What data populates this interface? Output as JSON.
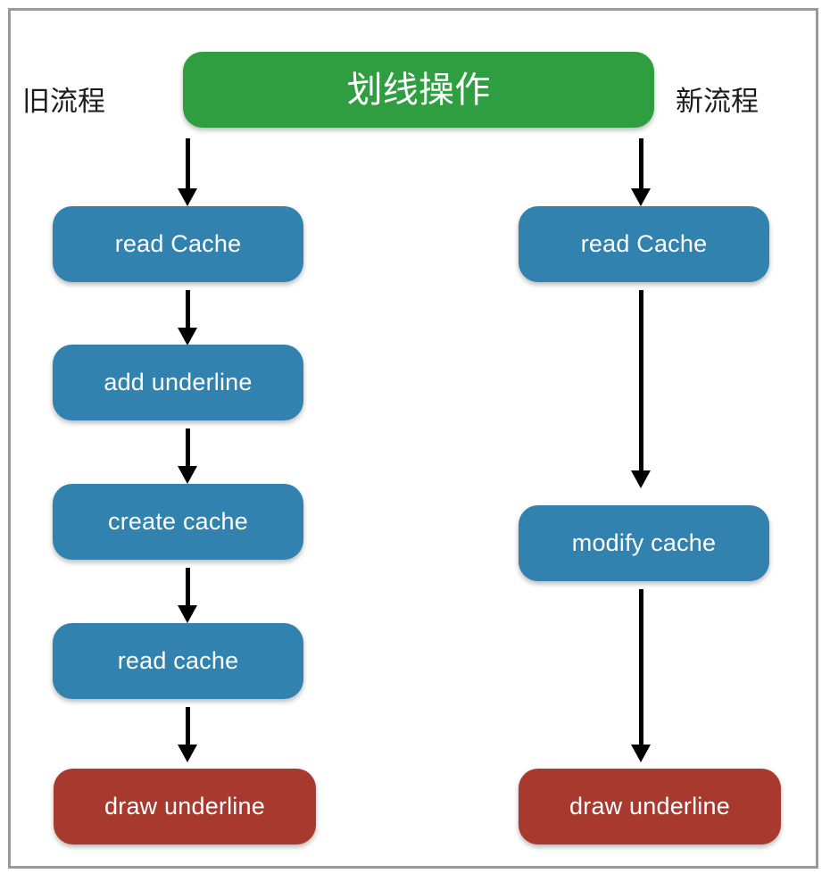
{
  "diagram": {
    "title": "划线操作",
    "left_column_label": "旧流程",
    "right_column_label": "新流程",
    "colors": {
      "start_node": "#2f9e41",
      "process_node": "#3182ae",
      "final_node": "#a8392e",
      "arrow": "#000000",
      "border": "#9a9a9a",
      "background": "#ffffff",
      "node_text": "#ffffff",
      "label_text": "#1b1b1b"
    },
    "start_node": {
      "label": "划线操作",
      "shape": "rounded-rectangle",
      "color": "green"
    },
    "left_flow": {
      "name": "旧流程",
      "steps": [
        {
          "label": "read Cache",
          "color": "blue"
        },
        {
          "label": "add underline",
          "color": "blue"
        },
        {
          "label": "create cache",
          "color": "blue"
        },
        {
          "label": "read cache",
          "color": "blue"
        },
        {
          "label": "draw underline",
          "color": "red"
        }
      ]
    },
    "right_flow": {
      "name": "新流程",
      "steps": [
        {
          "label": "read Cache",
          "color": "blue"
        },
        {
          "label": "modify cache",
          "color": "blue"
        },
        {
          "label": "draw underline",
          "color": "red"
        }
      ]
    }
  }
}
